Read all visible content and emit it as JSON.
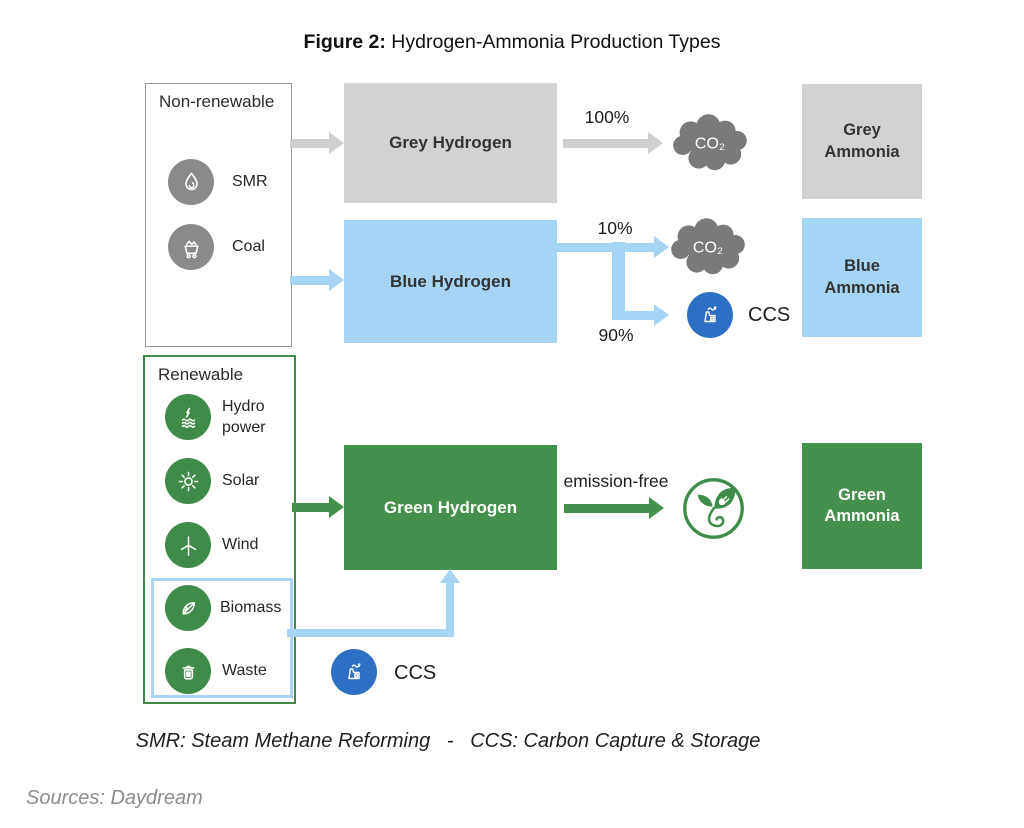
{
  "title": {
    "label_bold": "Figure 2:",
    "label_rest": " Hydrogen-Ammonia Production Types"
  },
  "groups": {
    "non_renewable": {
      "title": "Non-renewable",
      "items": [
        {
          "label": "SMR",
          "icon": "flame-icon"
        },
        {
          "label": "Coal",
          "icon": "coal-cart-icon"
        }
      ]
    },
    "renewable": {
      "title": "Renewable",
      "items": [
        {
          "label": "Hydro power",
          "icon": "hydropower-icon"
        },
        {
          "label": "Solar",
          "icon": "sun-icon"
        },
        {
          "label": "Wind",
          "icon": "wind-turbine-icon"
        },
        {
          "label": "Biomass",
          "icon": "leaf-icon"
        },
        {
          "label": "Waste",
          "icon": "trash-bin-icon"
        }
      ]
    }
  },
  "hydrogen": {
    "grey": "Grey Hydrogen",
    "blue": "Blue Hydrogen",
    "green": "Green Hydrogen"
  },
  "ammonia": {
    "grey": "Grey Ammonia",
    "blue": "Blue Ammonia",
    "green": "Green Ammonia"
  },
  "flows": {
    "grey_to_co2": "100%",
    "blue_to_co2": "10%",
    "blue_to_ccs": "90%",
    "green": "emission-free"
  },
  "labels": {
    "co2": "CO₂",
    "ccs": "CCS"
  },
  "legend": {
    "label": "SMR: Steam Methane Reforming   -   CCS: Carbon Capture & Storage"
  },
  "sources": {
    "label": "Sources: Daydream"
  },
  "colors": {
    "grey_box": "#d2d2d2",
    "blue_box": "#a6d4f4",
    "green_box": "#44914e",
    "grey_arrow": "#cfcfcf",
    "co2_cloud": "#7a7a7a",
    "ccs_circle": "#2d6fc3",
    "icon_circle_grey": "#8a8a8a",
    "icon_circle_green": "#3f8b4a",
    "renewable_border": "#3f8b4a",
    "non_renewable_border": "#979797",
    "biomass_waste_border": "#a9d4f3",
    "source_text": "#8c8c8c"
  }
}
